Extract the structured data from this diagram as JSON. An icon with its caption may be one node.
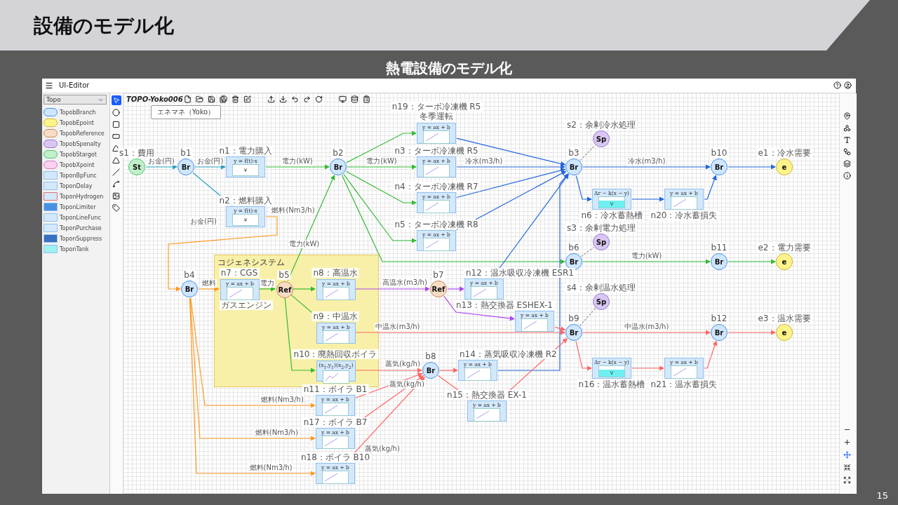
{
  "diagram": {
    "title": "設備のモデル化",
    "nodes": [
      {
        "text": [
          "エネマネ（Yoko）"
        ]
      },
      {
        "text": [
          "St"
        ],
        "beside": [
          "s1：費用"
        ]
      },
      {
        "text": [
          "Br"
        ],
        "beside": [
          "b1"
        ]
      },
      {
        "text": [
          "y = f(t)·x",
          "¥"
        ],
        "beside": [
          "n1：電力購入"
        ]
      },
      {
        "text": [
          "y = f(t)·x",
          "¥"
        ],
        "beside": [
          "n2：燃料購入"
        ]
      },
      {
        "text": [
          "Br"
        ],
        "beside": [
          "b2"
        ]
      },
      {
        "text": [
          "y = ax + b"
        ],
        "beside": [
          "n19：ターボ冷凍機 R5",
          "冬季運転"
        ]
      },
      {
        "text": [
          "y = ax + b"
        ],
        "beside": [
          "n3：ターボ冷凍機 R5"
        ]
      },
      {
        "text": [
          "y = ax + b"
        ],
        "beside": [
          "n4：ターボ冷凍機 R7"
        ]
      },
      {
        "text": [
          "y = ax + b"
        ],
        "beside": [
          "n5：ターボ冷凍機 R8"
        ]
      },
      {
        "text": [
          "Sp"
        ],
        "beside": [
          "s2：余剰冷水処理"
        ]
      },
      {
        "text": [
          "Br"
        ],
        "beside": [
          "b3"
        ]
      },
      {
        "text": [
          "Br"
        ],
        "beside": [
          "b10"
        ]
      },
      {
        "text": [
          "e"
        ],
        "beside": [
          "e1：冷水需要"
        ]
      },
      {
        "text": [
          "Δr − k(x − y)",
          "V"
        ],
        "beside": [
          "n6：冷水蓄熱槽"
        ]
      },
      {
        "text": [
          "y = ax + b"
        ],
        "beside": [
          "n20：冷水蓄損失"
        ]
      },
      {
        "text": [
          "Sp"
        ],
        "beside": [
          "s3：余剰電力処理"
        ]
      },
      {
        "text": [
          "Br"
        ],
        "beside": [
          "b6"
        ]
      },
      {
        "text": [
          "Br"
        ],
        "beside": [
          "b11"
        ]
      },
      {
        "text": [
          "e"
        ],
        "beside": [
          "e2：電力需要"
        ]
      },
      {
        "text": [
          "Br"
        ],
        "beside": [
          "b4"
        ]
      },
      {
        "text": [
          "コジェネシステム"
        ]
      },
      {
        "text": [
          "y = ax + b"
        ],
        "beside": [
          "n7：CGS",
          "ガスエンジン"
        ],
        "in": 21
      },
      {
        "text": [
          "Ref"
        ],
        "beside": [
          "b5"
        ],
        "in": 21
      },
      {
        "text": [
          "y = ax + b"
        ],
        "beside": [
          "n8：高温水"
        ],
        "in": 21
      },
      {
        "text": [
          "y = ax + b"
        ],
        "beside": [
          "n9：中温水"
        ],
        "in": 21
      },
      {
        "text": [
          "(x$_{1}$,y$_{1}$)(x$_{2}$,y$_{2}$)"
        ],
        "beside": [
          "n10：廃熱回収ボイラ"
        ],
        "in": 21
      },
      {
        "text": [
          "Ref"
        ],
        "beside": [
          "b7"
        ]
      },
      {
        "text": [
          "y = ax + b"
        ],
        "beside": [
          "n12：温水吸収冷凍機 ESR1"
        ]
      },
      {
        "text": [
          "y = ax + b"
        ],
        "beside": [
          "n13：熱交換器 ESHEX-1"
        ]
      },
      {
        "text": [
          "Sp"
        ],
        "beside": [
          "s4：余剰温水処理"
        ]
      },
      {
        "text": [
          "Br"
        ],
        "beside": [
          "b9"
        ]
      },
      {
        "text": [
          "Br"
        ],
        "beside": [
          "b12"
        ]
      },
      {
        "text": [
          "e"
        ],
        "beside": [
          "e3：温水需要"
        ]
      },
      {
        "text": [
          "Br"
        ],
        "beside": [
          "b8"
        ]
      },
      {
        "text": [
          "y = ax + b"
        ],
        "beside": [
          "n14：蒸気吸収冷凍機 R2"
        ]
      },
      {
        "text": [
          "y = ax + b"
        ],
        "beside": [
          "n15：熱交換器 EX-1"
        ]
      },
      {
        "text": [
          "Δr − k(x − y)",
          "V"
        ],
        "beside": [
          "n16：温水蓄熱槽"
        ]
      },
      {
        "text": [
          "y = ax + b"
        ],
        "beside": [
          "n21：温水蓄損失"
        ]
      },
      {
        "text": [
          "y = ax + b"
        ],
        "beside": [
          "n11：ボイラ B1"
        ]
      },
      {
        "text": [
          "y = ax + b"
        ],
        "beside": [
          "n17：ボイラ B7"
        ]
      },
      {
        "text": [
          "y = ax + b"
        ],
        "beside": [
          "n18：ボイラ B10"
        ]
      }
    ],
    "edges": [
      {
        "from": 1,
        "to": 2,
        "arrow": "to",
        "label": "お金(円)",
        "color": "#2a9fbf"
      },
      {
        "from": 2,
        "to": 3,
        "arrow": "to",
        "label": "お金(円)",
        "color": "#2a9fbf"
      },
      {
        "from": 2,
        "to": 4,
        "arrow": "to",
        "label": "お金(円)",
        "color": "#2a9fbf"
      },
      {
        "from": 3,
        "to": 5,
        "arrow": "to",
        "label": "電力(kW)",
        "color": "#33bb33"
      },
      {
        "from": 4,
        "to": 20,
        "arrow": "to",
        "label": "燃料(Nm3/h)",
        "color": "#ff9922"
      },
      {
        "from": 5,
        "to": 6,
        "arrow": "to",
        "color": "#33bb33"
      },
      {
        "from": 5,
        "to": 7,
        "arrow": "to",
        "label": "電力(kW)",
        "color": "#33bb33"
      },
      {
        "from": 5,
        "to": 8,
        "arrow": "to",
        "color": "#33bb33"
      },
      {
        "from": 5,
        "to": 9,
        "arrow": "to",
        "color": "#33bb33"
      },
      {
        "from": 5,
        "to": 17,
        "arrow": "to",
        "color": "#33bb33"
      },
      {
        "from": 6,
        "to": 11,
        "arrow": "to",
        "color": "#2266dd"
      },
      {
        "from": 7,
        "to": 11,
        "arrow": "to",
        "label": "冷水(m3/h)",
        "color": "#2266dd"
      },
      {
        "from": 8,
        "to": 11,
        "arrow": "to",
        "color": "#2266dd"
      },
      {
        "from": 9,
        "to": 11,
        "arrow": "to",
        "color": "#2266dd"
      },
      {
        "from": 28,
        "to": 11,
        "arrow": "to",
        "color": "#2266dd"
      },
      {
        "from": 35,
        "to": 11,
        "arrow": "to",
        "color": "#2266dd"
      },
      {
        "from": 11,
        "to": 10,
        "arrow": "none",
        "style": "dashed",
        "color": "#999999"
      },
      {
        "from": 11,
        "to": 12,
        "arrow": "to",
        "label": "冷水(m3/h)",
        "color": "#2266dd"
      },
      {
        "from": 12,
        "to": 13,
        "arrow": "to",
        "color": "#2266dd"
      },
      {
        "from": 11,
        "to": 14,
        "arrow": "to",
        "color": "#2266dd"
      },
      {
        "from": 14,
        "to": 15,
        "arrow": "to",
        "color": "#2266dd"
      },
      {
        "from": 15,
        "to": 12,
        "arrow": "to",
        "color": "#2266dd"
      },
      {
        "from": 17,
        "to": 16,
        "arrow": "none",
        "style": "dashed",
        "color": "#999999"
      },
      {
        "from": 17,
        "to": 18,
        "arrow": "to",
        "label": "電力(kW)",
        "color": "#33bb33"
      },
      {
        "from": 18,
        "to": 19,
        "arrow": "to",
        "color": "#33bb33"
      },
      {
        "from": 20,
        "to": 22,
        "arrow": "to",
        "label": "燃料",
        "color": "#ff9922"
      },
      {
        "from": 22,
        "to": 23,
        "arrow": "to",
        "label": "電力",
        "color": "#33bb33"
      },
      {
        "from": 23,
        "to": 5,
        "arrow": "to",
        "label": "電力(kW)",
        "color": "#33bb33"
      },
      {
        "from": 23,
        "to": 24,
        "arrow": "to",
        "color": "#33bb33"
      },
      {
        "from": 23,
        "to": 25,
        "arrow": "to",
        "color": "#33bb33"
      },
      {
        "from": 23,
        "to": 26,
        "arrow": "to",
        "color": "#33bb33"
      },
      {
        "from": 24,
        "to": 27,
        "arrow": "to",
        "label": "高温水(m3/h)",
        "color": "#aa44ee"
      },
      {
        "from": 27,
        "to": 28,
        "arrow": "to",
        "color": "#aa44ee"
      },
      {
        "from": 27,
        "to": 29,
        "arrow": "to",
        "color": "#aa44ee"
      },
      {
        "from": 29,
        "to": 31,
        "arrow": "to"
      },
      {
        "from": 25,
        "to": 31,
        "arrow": "to",
        "label": "中温水(m3/h)"
      },
      {
        "from": 31,
        "to": 30,
        "arrow": "none",
        "style": "dashed",
        "color": "#999999"
      },
      {
        "from": 31,
        "to": 32,
        "arrow": "to",
        "label": "中温水(m3/h)"
      },
      {
        "from": 32,
        "to": 33,
        "arrow": "to"
      },
      {
        "from": 31,
        "to": 37,
        "arrow": "to"
      },
      {
        "from": 37,
        "to": 38,
        "arrow": "to"
      },
      {
        "from": 38,
        "to": 32,
        "arrow": "to"
      },
      {
        "from": 26,
        "to": 34,
        "arrow": "to",
        "label": "蒸気(kg/h)"
      },
      {
        "from": 34,
        "to": 35,
        "arrow": "to"
      },
      {
        "from": 34,
        "to": 36,
        "arrow": "to"
      },
      {
        "from": 36,
        "to": 31,
        "arrow": "to"
      },
      {
        "from": 20,
        "to": 39,
        "arrow": "to",
        "label": "燃料(Nm3/h)",
        "color": "#ff9922"
      },
      {
        "from": 20,
        "to": 40,
        "arrow": "to",
        "label": "燃料(Nm3/h)",
        "color": "#ff9922"
      },
      {
        "from": 20,
        "to": 41,
        "arrow": "to",
        "label": "燃料(Nm3/h)",
        "color": "#ff9922"
      },
      {
        "from": 39,
        "to": 34,
        "arrow": "to",
        "label": "蒸気(kg/h)"
      },
      {
        "from": 40,
        "to": 34,
        "arrow": "to"
      },
      {
        "from": 41,
        "to": 34,
        "arrow": "to",
        "label": "蒸気(kg/h)"
      }
    ],
    "labels": [
      "熱電設備のモデル化",
      "UI-Editor",
      "Topo",
      "TopobBranch",
      "TopobEpoint",
      "TopobReference",
      "TopobSpenalty",
      "TopobStarget",
      "TopobXpoint",
      "ToponBpFunc",
      "ToponDelay",
      "ToponHydrogen",
      "ToponLimiter",
      "ToponLineFunc",
      "ToponPurchase",
      "ToponSuppress",
      "ToponTank",
      "TOPO-Yoko006",
      "15"
    ]
  }
}
